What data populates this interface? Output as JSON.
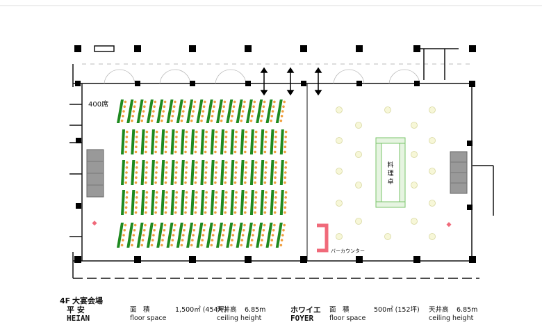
{
  "hall": {
    "seat_count_label": "400席",
    "floor_label": "4F",
    "venue_type": "大宴会場",
    "name_jp": "平 安",
    "name_en": "HEIAN",
    "area_label_jp": "面　積",
    "area_label_en": "floor space",
    "area_value": "1,500㎡ (454坪)",
    "ceiling_label_jp": "天井高",
    "ceiling_value": "6.85m",
    "ceiling_label_en": "ceiling height"
  },
  "foyer": {
    "name_jp": "ホワイエ",
    "name_en": "FOYER",
    "area_label_jp": "面　積",
    "area_label_en": "floor space",
    "area_value": "500㎡ (152坪)",
    "ceiling_label_jp": "天井高",
    "ceiling_value": "6.85m",
    "ceiling_label_en": "ceiling height",
    "buffet_table_label": "料理卓",
    "bar_counter_label": "バーカウンター"
  },
  "colors": {
    "table": "#1f8a1f",
    "chair": "#f0a040",
    "stage": "#999999",
    "round_table": "#f7f7d8",
    "bar_counter": "#f06a7a",
    "column": "#000000",
    "wall": "#111111"
  }
}
